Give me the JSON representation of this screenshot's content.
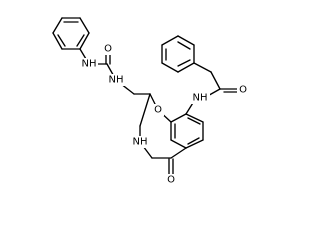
{
  "diagram": {
    "type": "chemical-structure",
    "atom_labels": {
      "n_phenylurea": "NH",
      "n_urea_chain": "NH",
      "o_urea": "O",
      "o_ring": "O",
      "n_amide_anilide": "NH",
      "o_amide": "O",
      "n_lactam": "NH",
      "o_lactam": "O"
    }
  }
}
